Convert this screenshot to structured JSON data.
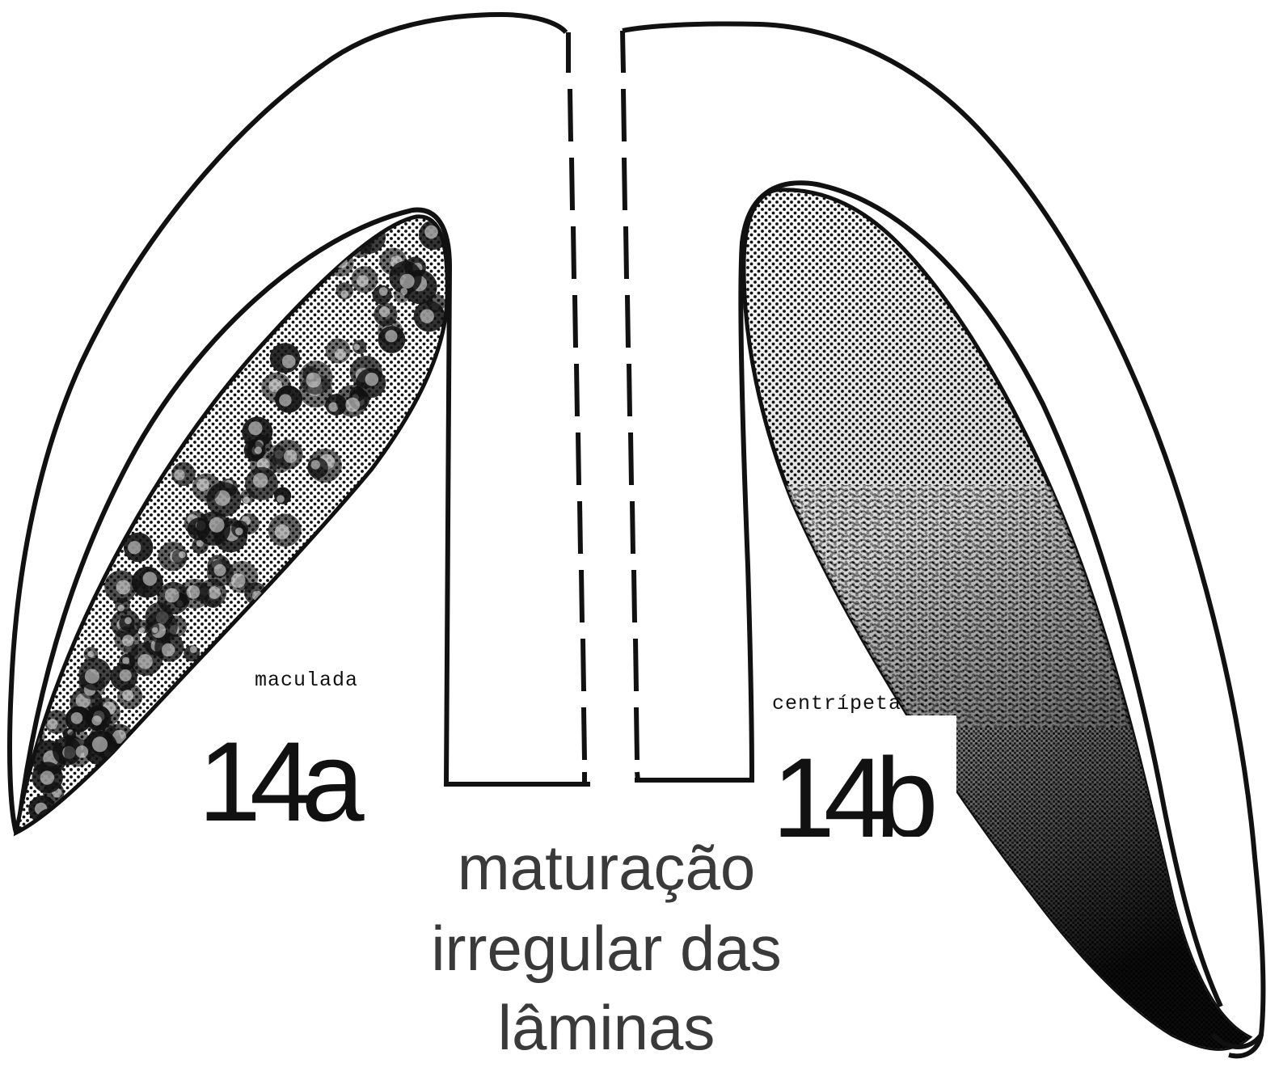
{
  "diagram": {
    "left_panel": {
      "label": "maculada",
      "figure_number": "14a"
    },
    "right_panel": {
      "label": "centrípeta",
      "figure_number": "14b"
    },
    "caption_lines": [
      "maturação",
      "irregular das",
      "lâminas"
    ],
    "colors": {
      "ink": "#111111",
      "caption": "#3a3a3a",
      "background": "#ffffff"
    }
  }
}
